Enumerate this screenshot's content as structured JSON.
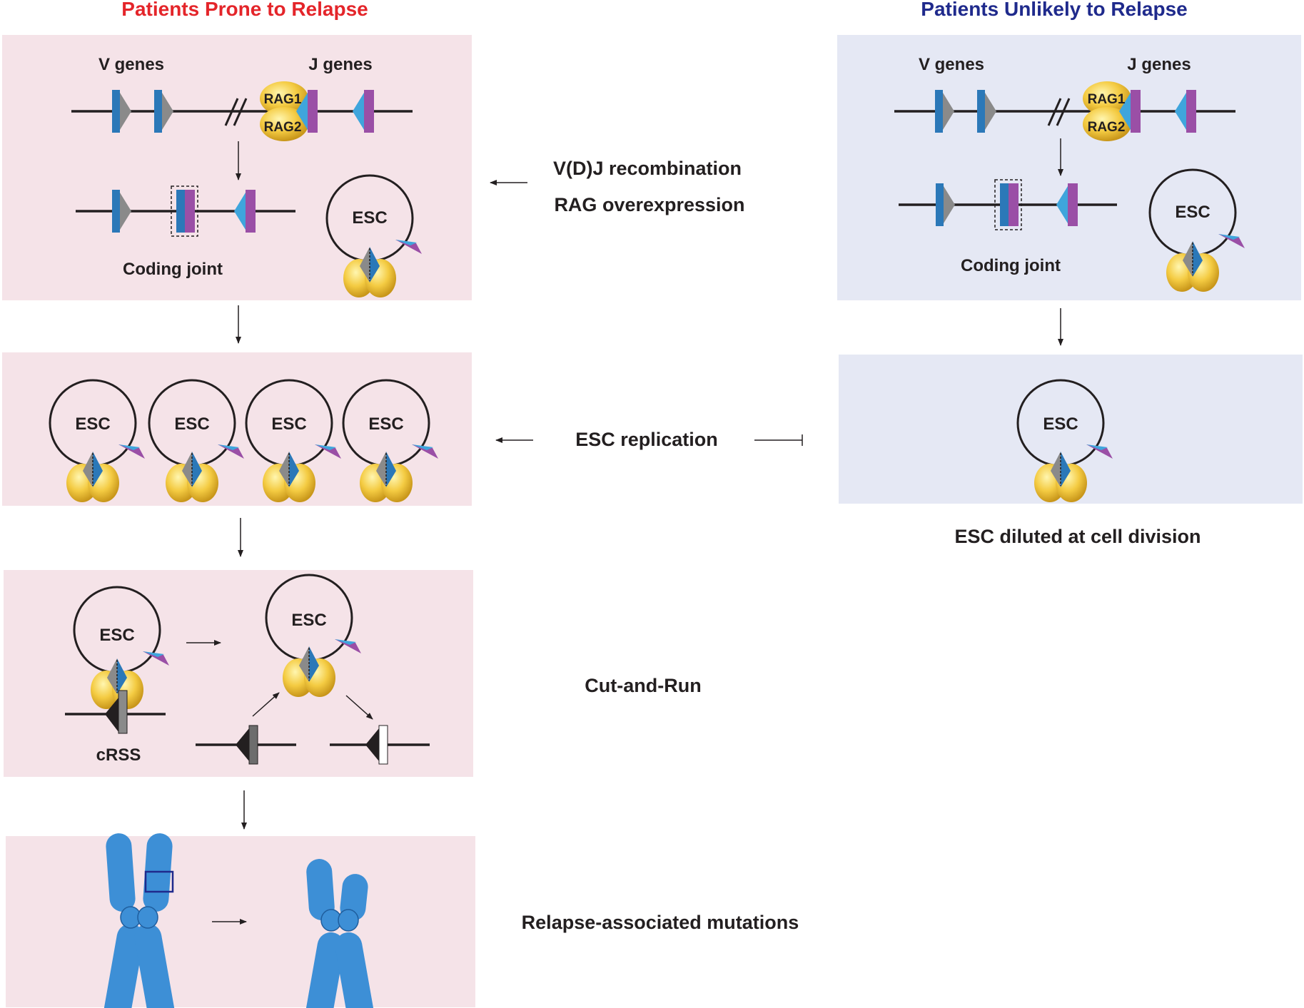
{
  "headers": {
    "left": "Patients Prone to Relapse",
    "right": "Patients Unlikely to Relapse"
  },
  "genes": {
    "v": "V genes",
    "j": "J genes"
  },
  "rag": {
    "rag1": "RAG1",
    "rag2": "RAG2"
  },
  "esc_label": "ESC",
  "coding_joint": "Coding joint",
  "crss": "cRSS",
  "steps": {
    "vdj": "V(D)J recombination",
    "rag_over": "RAG overexpression",
    "esc_rep": "ESC replication",
    "cut_run": "Cut-and-Run",
    "relapse": "Relapse-associated mutations",
    "diluted": "ESC diluted at cell division"
  },
  "colors": {
    "left_panel": "#f5e3e8",
    "right_panel": "#e5e8f4",
    "v_segment": "#2b78b8",
    "j_segment": "#9a4fa6",
    "rss_gray": "#8a8a8a",
    "rss_blue": "#3fa5dc",
    "rag_gold": "#f2c53c",
    "chromosome": "#3d8fd6",
    "left_header": "#e4252a",
    "right_header": "#1f2a8c"
  }
}
